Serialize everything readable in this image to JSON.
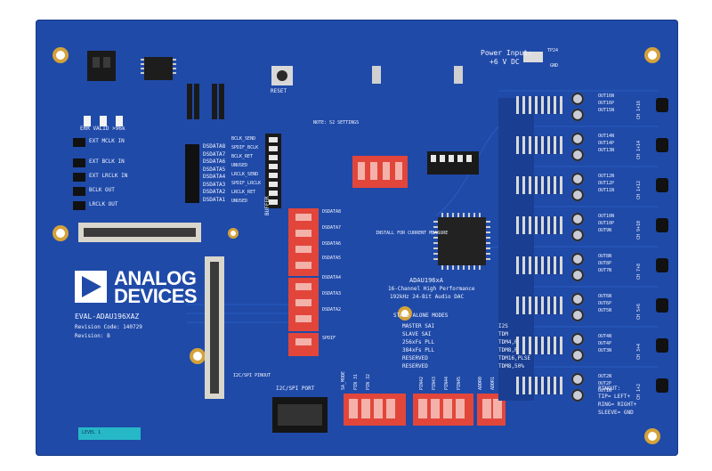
{
  "board": {
    "brand_line1": "ANALOG",
    "brand_line2": "DEVICES",
    "product_code": "EVAL-ADAU196XAZ",
    "revision_code": "Revision Code: 140729",
    "revision": "Revision: B",
    "power_input_line1": "Power Input:",
    "power_input_line2": "+6 V DC",
    "tp_label": "TP24",
    "gnd_label": "GND",
    "reset_label": "RESET",
    "chip_name": "ADAU196xA",
    "chip_desc1": "16-Channel High Performance",
    "chip_desc2": "192kHz 24-Bit Audio DAC",
    "standalone_title": "STAND ALONE MODES",
    "i2c_port": "I2C/SPI PORT",
    "i2c_pinout": "I2C/SPI PINOUT",
    "buffer_label": "BUFFER",
    "s2_settings": "NOTE: S2 SETTINGS",
    "current_measure": "INSTALL FOR CURRENT MEASURE",
    "sleeve_lines": [
      "PINOUT:",
      "TIP= LEFT+",
      "RING= RIGHT+",
      "SLEEVE= GND"
    ],
    "err_valid": "ERR  VALID  >96k",
    "level_label": "LEVEL 1"
  },
  "left_inputs": [
    "EXT MCLK IN",
    "EXT BCLK IN",
    "EXT LRCLK IN",
    "BCLK OUT",
    "LRCLK OUT"
  ],
  "dsdata_left": [
    "DSDATA8",
    "DSDATA7",
    "DSDATA6",
    "DSDATA5",
    "DSDATA4",
    "DSDATA3",
    "DSDATA2",
    "DSDATA1"
  ],
  "dsdata_right": [
    "DSDATA8",
    "DSDATA7",
    "DSDATA6",
    "DSDATA5",
    "DSDATA4",
    "DSDATA3",
    "DSDATA2",
    "SPDIF"
  ],
  "clock_switch_labels": [
    "BCLK_SEND",
    "SPDIF_BCLK",
    "BCLK_RET",
    "UNUSED",
    "LRCLK_SEND",
    "SPDIF_LRCLK",
    "LRCLK_RET",
    "UNUSED"
  ],
  "pin42_modes": [
    "MASTER SAI",
    "SLAVE SAI",
    "256xFs PLL",
    "384xFs PLL",
    "RESERVED",
    "RESERVED"
  ],
  "pin45_modes": [
    "I2S",
    "TDM",
    "TDM4,PLSE",
    "TDM8,PLSE",
    "TDM16,PLSE",
    "TDM8,50%"
  ],
  "dip_labels": [
    "SA_MODE",
    "PIN 31",
    "PIN 32",
    "PIN42",
    "PIN43",
    "PIN44",
    "PIN45",
    "ADDR0",
    "ADDR1"
  ],
  "out_channels": [
    {
      "ch": "CH 1+16",
      "top": "OUT16N",
      "mid": "OUT16P",
      "bot": "OUT15N"
    },
    {
      "ch": "CH 1+14",
      "top": "OUT14N",
      "mid": "OUT14P",
      "bot": "OUT13N"
    },
    {
      "ch": "CH 1+12",
      "top": "OUT12N",
      "mid": "OUT12P",
      "bot": "OUT11N"
    },
    {
      "ch": "CH 9+10",
      "top": "OUT10N",
      "mid": "OUT10P",
      "bot": "OUT9N"
    },
    {
      "ch": "CH 7+8",
      "top": "OUT8N",
      "mid": "OUT8P",
      "bot": "OUT7N"
    },
    {
      "ch": "CH 5+6",
      "top": "OUT6N",
      "mid": "OUT6P",
      "bot": "OUT5N"
    },
    {
      "ch": "CH 3+4",
      "top": "OUT4N",
      "mid": "OUT4P",
      "bot": "OUT3N"
    },
    {
      "ch": "CH 1+2",
      "top": "OUT2N",
      "mid": "OUT2P",
      "bot": "OUT1N"
    }
  ],
  "colors": {
    "pcb": "#1f4aa8",
    "dip_red": "#e2463a",
    "connector_black": "#1a1a1a",
    "gold": "#d4a23a"
  }
}
